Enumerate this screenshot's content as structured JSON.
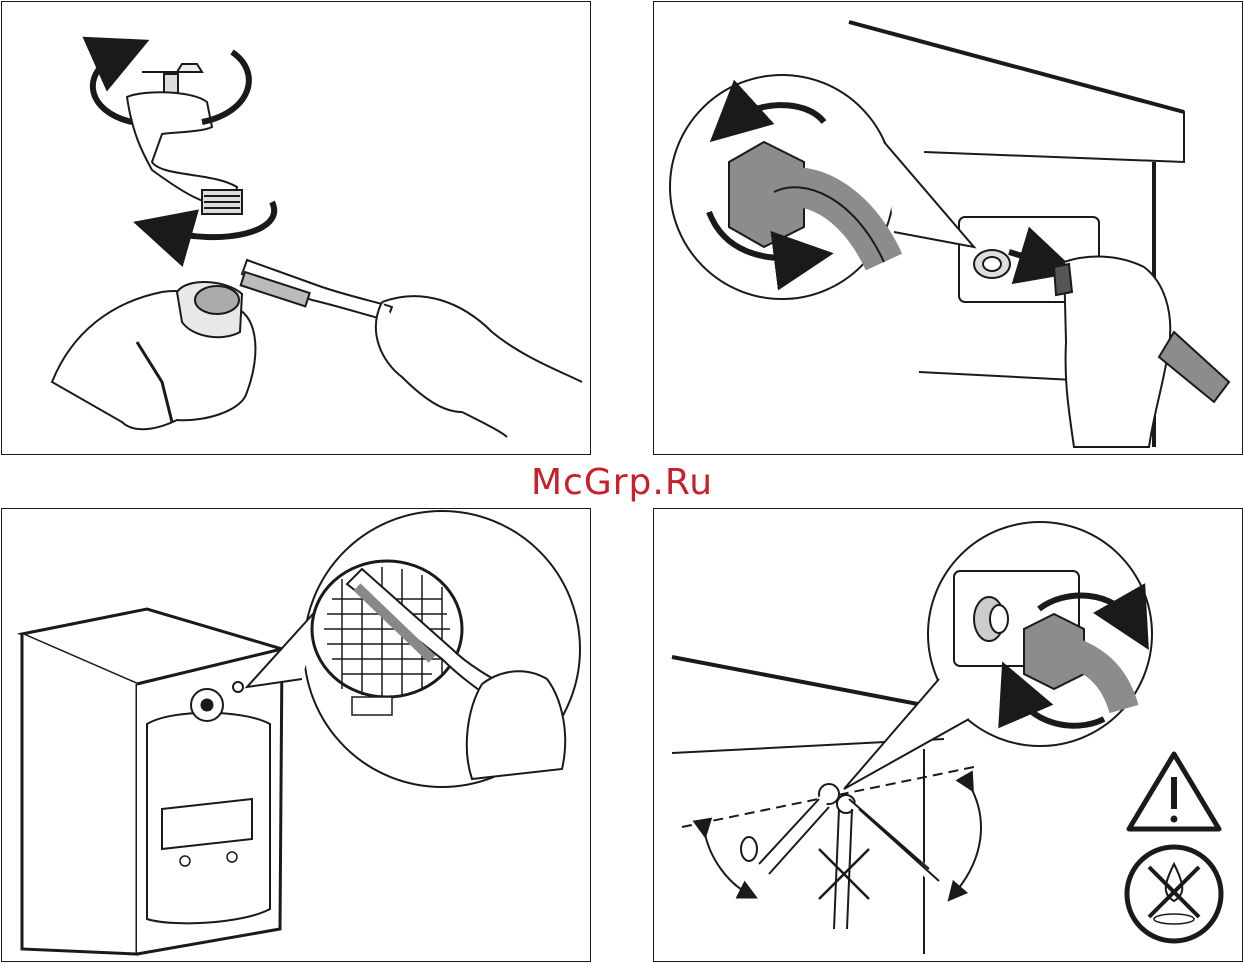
{
  "watermark": {
    "text": "McGrp.Ru",
    "color": "#c8202a"
  },
  "colors": {
    "line": "#1a1a1a",
    "hose_grey": "#8c8c8c",
    "light_grey": "#c9c9c9"
  },
  "panels": [
    {
      "name": "clean-tap-thread",
      "icons": [
        "tap-icon",
        "rotate-arrows-icon",
        "hose-end-icon",
        "brush-icon",
        "hand-icon"
      ]
    },
    {
      "name": "unscrew-inlet-hose",
      "icons": [
        "zoom-circle",
        "hose-nut-icon",
        "rotate-arrows-icon",
        "pull-arrow-icon",
        "hand-icon"
      ]
    },
    {
      "name": "clean-machine-filter",
      "icons": [
        "washing-machine-icon",
        "zoom-circle",
        "filter-mesh-icon",
        "brush-icon",
        "hand-icon"
      ]
    },
    {
      "name": "reattach-hose-angle",
      "icons": [
        "zoom-circle",
        "hose-nut-icon",
        "rotate-arrows-icon",
        "angle-arrows-icon",
        "warning-triangle-icon",
        "no-water-drip-icon"
      ]
    }
  ]
}
